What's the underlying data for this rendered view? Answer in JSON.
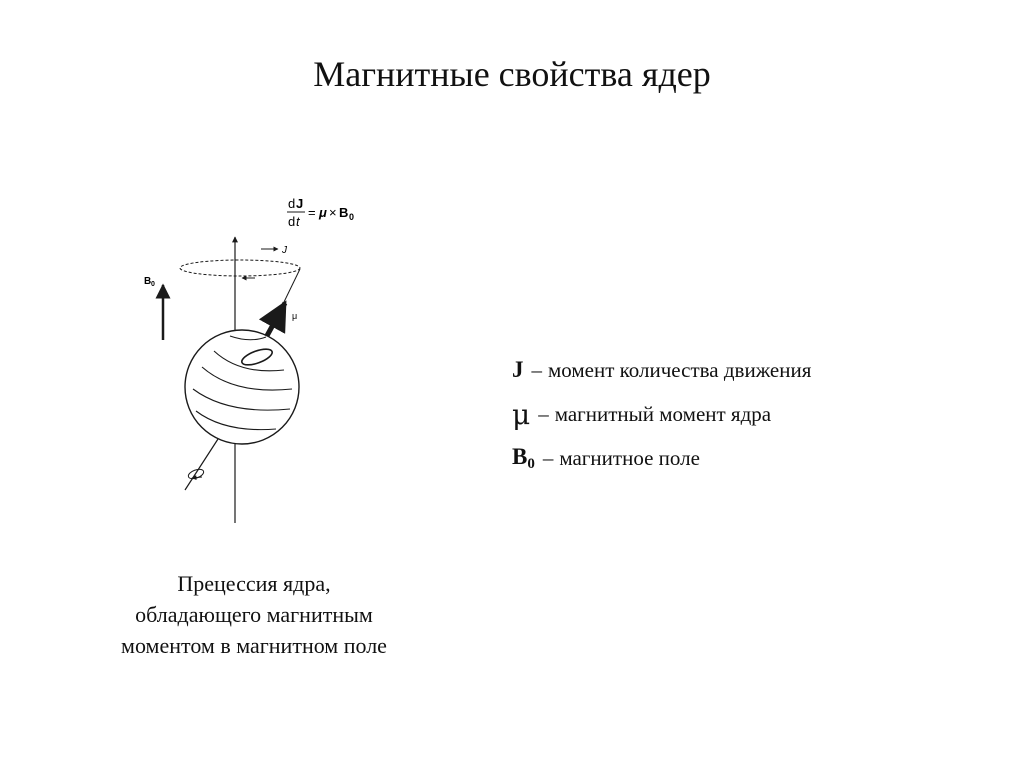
{
  "title": "Магнитные свойства ядер",
  "figure": {
    "equation": {
      "numerator": "dJ",
      "numerator_d": "d",
      "numerator_var": "J",
      "denominator_d": "d",
      "denominator_var": "t",
      "rhs_mu": "μ",
      "rhs_times": "×",
      "rhs_b": "B",
      "rhs_b_sub": "0",
      "equals": "="
    },
    "label_b0": "B",
    "label_b0_sub": "0",
    "label_j": "J",
    "label_mu": "μ"
  },
  "caption": {
    "line1": "Прецессия ядра,",
    "line2": "обладающего магнитным",
    "line3": "моментом в магнитном поле"
  },
  "legend": [
    {
      "symbol": "J",
      "separator": "–",
      "text": "момент количества движения"
    },
    {
      "symbol": "μ",
      "separator": "–",
      "text": "магнитный момент ядра"
    },
    {
      "symbol": "B",
      "symbol_sub": "0",
      "separator": "–",
      "text": "магнитное поле"
    }
  ],
  "colors": {
    "text": "#111111",
    "line": "#1a1a1a",
    "background": "#ffffff"
  }
}
